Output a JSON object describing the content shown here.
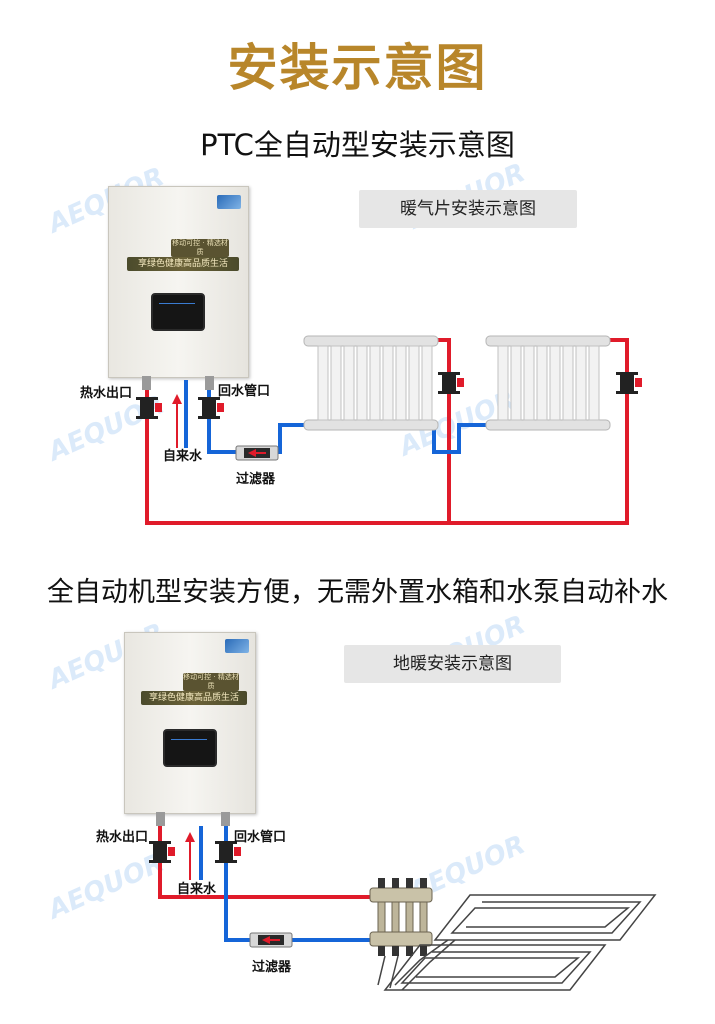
{
  "page_title": "安装示意图",
  "section1": {
    "heading": "PTC全自动型安装示意图",
    "tag": "暖气片安装示意图",
    "labels": {
      "hot_outlet": "热水出口",
      "return_inlet": "回水管口",
      "tap_water": "自来水",
      "filter": "过滤器"
    },
    "heater_badge": "享绿色健康高品质生活",
    "heater_badge_small": "移动可控 · 精选材质"
  },
  "section2": {
    "heading": "全自动机型安装方便，无需外置水箱和水泵自动补水",
    "tag": "地暖安装示意图",
    "labels": {
      "hot_outlet": "热水出口",
      "return_inlet": "回水管口",
      "tap_water": "自来水",
      "filter": "过滤器"
    },
    "heater_badge": "享绿色健康高品质生活",
    "heater_badge_small": "移动可控 · 精选材质"
  },
  "watermark": "AEQUOR",
  "colors": {
    "title_gold": "#b8862a",
    "hot_pipe": "#e01b2a",
    "cold_pipe": "#1565d8",
    "tag_bg": "#e6e6e6"
  },
  "icons": [
    "valve-icon",
    "filter-icon",
    "radiator-icon",
    "manifold-icon",
    "floor-coil-icon",
    "arrow-up-icon",
    "logo-icon"
  ]
}
